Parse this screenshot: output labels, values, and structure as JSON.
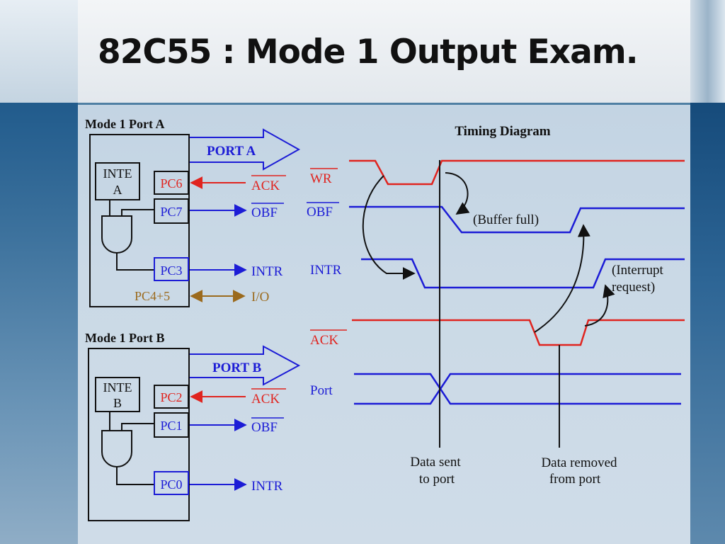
{
  "slide": {
    "title": "82C55 : Mode 1 Output Exam."
  },
  "port_a_block": {
    "heading": "Mode 1 Port A",
    "bus_label": "PORT A",
    "inte_label_line1": "INTE",
    "inte_label_line2": "A",
    "pins": [
      {
        "pin": "PC6",
        "signal": "ACK",
        "direction": "in"
      },
      {
        "pin": "PC7",
        "signal": "OBF",
        "direction": "out"
      },
      {
        "pin": "PC3",
        "signal": "INTR",
        "direction": "out"
      },
      {
        "pin": "PC4+5",
        "signal": "I/O",
        "direction": "bidirectional"
      }
    ]
  },
  "port_b_block": {
    "heading": "Mode 1 Port B",
    "bus_label": "PORT B",
    "inte_label_line1": "INTE",
    "inte_label_line2": "B",
    "pins": [
      {
        "pin": "PC2",
        "signal": "ACK",
        "direction": "in"
      },
      {
        "pin": "PC1",
        "signal": "OBF",
        "direction": "out"
      },
      {
        "pin": "PC0",
        "signal": "INTR",
        "direction": "out"
      }
    ]
  },
  "timing": {
    "title": "Timing Diagram",
    "signals": [
      "WR",
      "OBF",
      "INTR",
      "ACK",
      "Port"
    ],
    "annotations": {
      "buffer_full": "(Buffer full)",
      "interrupt_line1": "(Interrupt",
      "interrupt_line2": "request)"
    },
    "markers": {
      "sent_line1": "Data sent",
      "sent_line2": "to port",
      "removed_line1": "Data removed",
      "removed_line2": "from port"
    }
  },
  "colors": {
    "red": "#e0241f",
    "blue": "#1c1cd6",
    "brown": "#9b6a1d",
    "black": "#111111"
  }
}
